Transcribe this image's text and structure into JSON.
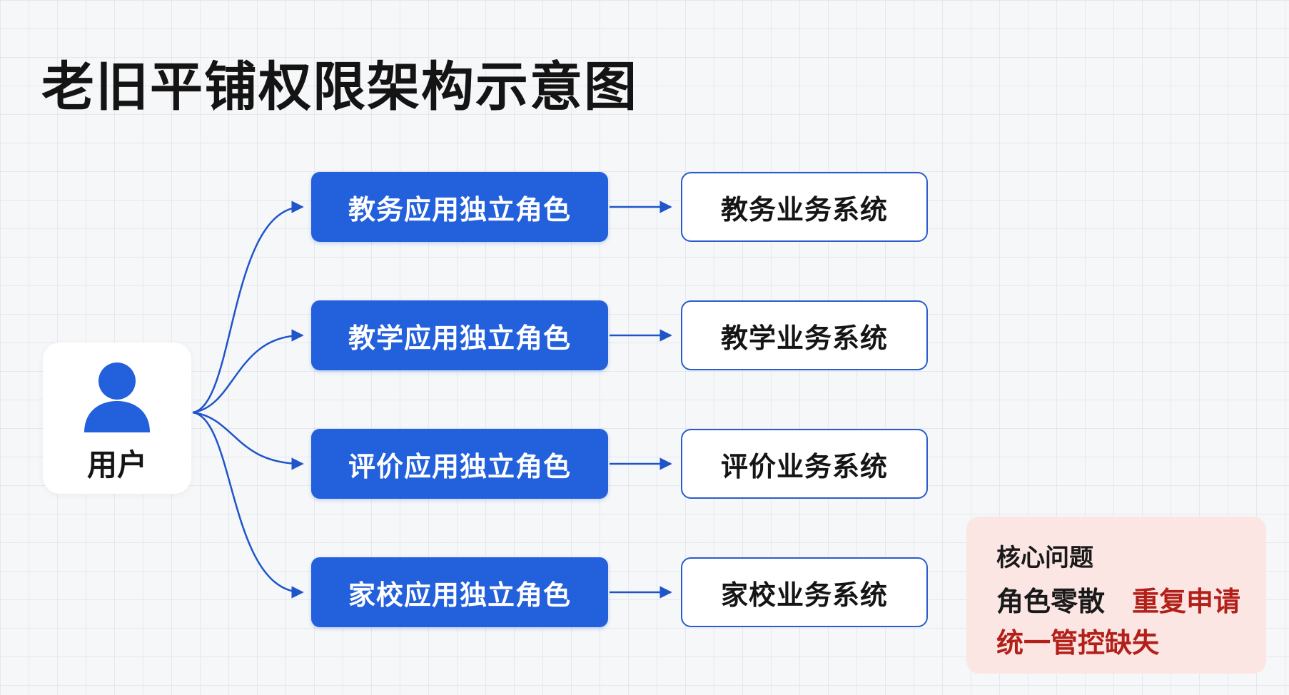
{
  "title": "老旧平铺权限架构示意图",
  "user": {
    "label": "用户",
    "icon": "user-icon"
  },
  "roles": [
    {
      "label": "教务应用独立角色"
    },
    {
      "label": "教学应用独立角色"
    },
    {
      "label": "评价应用独立角色"
    },
    {
      "label": "家校应用独立角色"
    }
  ],
  "systems": [
    {
      "label": "教务业务系统"
    },
    {
      "label": "教学业务系统"
    },
    {
      "label": "评价业务系统"
    },
    {
      "label": "家校业务系统"
    }
  ],
  "issues": {
    "heading": "核心问题",
    "item1": "角色零散",
    "item2": "重复申请",
    "item3": "统一管控缺失"
  },
  "colors": {
    "accent_blue": "#2360db",
    "issue_red": "#b3201a",
    "issue_bg": "#fbe6e3"
  }
}
